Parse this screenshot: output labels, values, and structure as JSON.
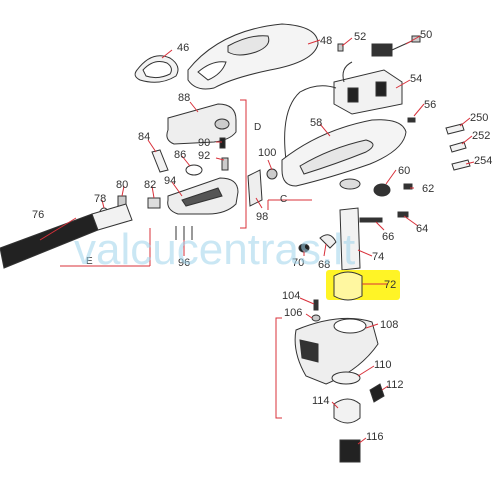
{
  "diagram": {
    "watermark": "valcucentras.lt",
    "section_labels": {
      "d": "D",
      "c": "C",
      "e": "E"
    },
    "highlight_color": "#fff200",
    "leader_color": "#d8303a",
    "callouts": {
      "n46": "46",
      "n48": "48",
      "n52": "52",
      "n50": "50",
      "n54": "54",
      "n56": "56",
      "n88": "88",
      "n90": "90",
      "n84": "84",
      "n86": "86",
      "n92": "92",
      "n100": "100",
      "n58": "58",
      "n250": "250",
      "n252": "252",
      "n254": "254",
      "n80": "80",
      "n82": "82",
      "n94": "94",
      "n78": "78",
      "n60": "60",
      "n62": "62",
      "n76": "76",
      "n98": "98",
      "n66": "66",
      "n64": "64",
      "n96": "96",
      "n70": "70",
      "n68": "68",
      "n74": "74",
      "n72": "72",
      "n104": "104",
      "n106": "106",
      "n108": "108",
      "n110": "110",
      "n112": "112",
      "n114": "114",
      "n116": "116"
    }
  }
}
